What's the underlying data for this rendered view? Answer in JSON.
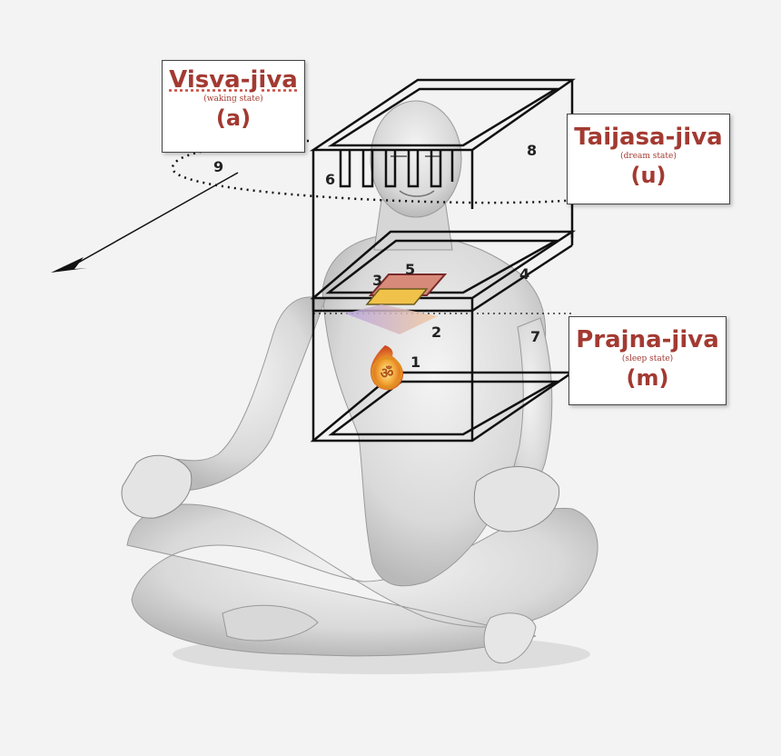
{
  "labels": {
    "visva": {
      "title": "Visva-jiva",
      "state": "(waking state)",
      "letter": "(a)"
    },
    "taijasa": {
      "title": "Taijasa-jiva",
      "state": "(dream state)",
      "letter": "(u)"
    },
    "prajna": {
      "title": "Prajna-jiva",
      "state": "(sleep state)",
      "letter": "(m)"
    }
  },
  "numbers": [
    "1",
    "2",
    "3",
    "4",
    "5",
    "6",
    "7",
    "8",
    "9"
  ],
  "colors": {
    "label_text": "#a33a32",
    "lines": "#111111",
    "figure": "#dcdcdc",
    "flame": "#e8962a"
  },
  "icons": {
    "om_symbol": "om-flame-icon",
    "arrow": "orbit-arrow-icon"
  }
}
